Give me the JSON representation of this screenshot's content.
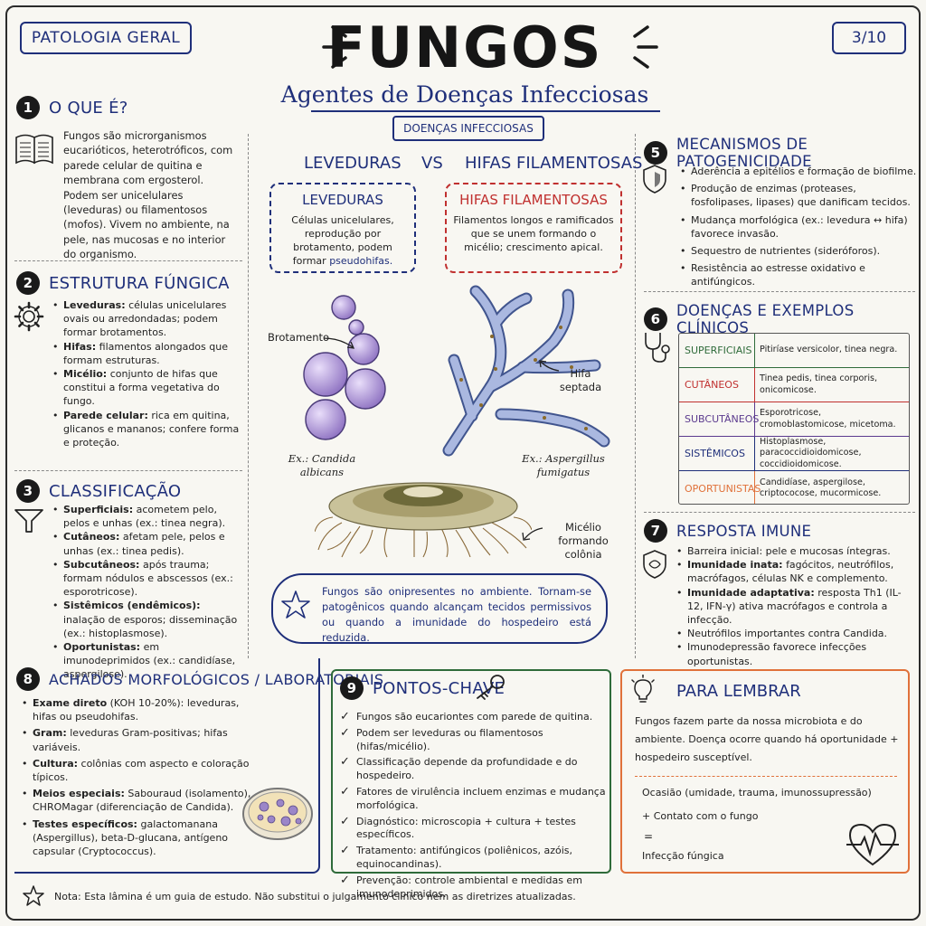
{
  "header": {
    "tag": "PATOLOGIA GERAL",
    "title": "FUNGOS",
    "subtitle": "Agentes de Doenças Infecciosas",
    "section": "DOENÇAS INFECCIOSAS",
    "page": "3/10"
  },
  "s1": {
    "num": "1",
    "title": "O QUE É?",
    "text": "Fungos são microrganismos eucarióticos, heterotróficos, com parede celular de quitina e membrana com ergosterol. Podem ser unicelulares (leveduras) ou filamentosos (mofos). Vivem no ambiente, na pele, nas mucosas e no interior do organismo."
  },
  "s2": {
    "num": "2",
    "title": "ESTRUTURA FÚNGICA",
    "items": [
      {
        "term": "Leveduras:",
        "desc": "células unicelulares ovais ou arredondadas; podem formar brotamentos."
      },
      {
        "term": "Hifas:",
        "desc": "filamentos alongados que formam estruturas."
      },
      {
        "term": "Micélio:",
        "desc": "conjunto de hifas que constitui a forma vegetativa do fungo."
      },
      {
        "term": "Parede celular:",
        "desc": "rica em quitina, glicanos e mananos; confere forma e proteção."
      }
    ]
  },
  "s3": {
    "num": "3",
    "title": "CLASSIFICAÇÃO",
    "items": [
      {
        "term": "Superficiais:",
        "desc": "acometem pelo, pelos e unhas (ex.: tinea negra)."
      },
      {
        "term": "Cutâneos:",
        "desc": "afetam pele, pelos e unhas (ex.: tinea pedis)."
      },
      {
        "term": "Subcutâneos:",
        "desc": "após trauma; formam nódulos e abscessos (ex.: esporotricose)."
      },
      {
        "term": "Sistêmicos (endêmicos):",
        "desc": "inalação de esporos; disseminação (ex.: histoplasmose)."
      },
      {
        "term": "Oportunistas:",
        "desc": "em imunodeprimidos (ex.: candidíase, aspergilose)."
      }
    ]
  },
  "center": {
    "vs_left": "LEVEDURAS",
    "vs": "VS",
    "vs_right": "HIFAS FILAMENTOSAS",
    "lev_title": "LEVEDURAS",
    "lev_desc": "Células unicelulares, reprodução por brotamento, podem formar",
    "lev_desc_hl": "pseudohifas.",
    "hif_title": "HIFAS FILAMENTOSAS",
    "hif_desc": "Filamentos longos e ramificados que se unem formando o micélio; crescimento apical.",
    "label_brot": "Brotamento",
    "label_hifa": "Hifa septada",
    "label_candida_ex": "Ex.:",
    "label_candida": "Candida albicans",
    "label_asp_ex": "Ex.:",
    "label_asp": "Aspergillus fumigatus",
    "label_micelio": "Micélio formando colônia",
    "callout": "Fungos são onipresentes no ambiente. Tornam-se patogênicos quando alcançam tecidos permissivos ou quando a imunidade do hospedeiro está reduzida."
  },
  "s5": {
    "num": "5",
    "title": "MECANISMOS DE PATOGENICIDADE",
    "items": [
      "Aderência a epitélios e formação de biofilme.",
      "Produção de enzimas (proteases, fosfolipases, lipases) que danificam tecidos.",
      "Mudança morfológica (ex.: levedura ↔ hifa) favorece invasão.",
      "Sequestro de nutrientes (sideróforos).",
      "Resistência ao estresse oxidativo e antifúngicos."
    ]
  },
  "s6": {
    "num": "6",
    "title": "DOENÇAS E EXEMPLOS CLÍNICOS",
    "rows": [
      {
        "cat": "SUPERFICIAIS",
        "desc": "Pitiríase versicolor, tinea negra.",
        "color": "#2f6b3a"
      },
      {
        "cat": "CUTÂNEOS",
        "desc": "Tinea pedis, tinea corporis, onicomicose.",
        "color": "#c0302f"
      },
      {
        "cat": "SUBCUTÂNEOS",
        "desc": "Esporotricose, cromoblastomicose, micetoma.",
        "color": "#5b3a8e"
      },
      {
        "cat": "SISTÊMICOS",
        "desc": "Histoplasmose, paracoccidioidomicose, coccidioidomicose.",
        "color": "#1f2f7a"
      },
      {
        "cat": "OPORTUNISTAS",
        "desc": "Candidíase, aspergilose, criptococose, mucormicose.",
        "color": "#e0713a"
      }
    ]
  },
  "s7": {
    "num": "7",
    "title": "RESPOSTA IMUNE",
    "items": [
      {
        "term": "",
        "desc": "Barreira inicial: pele e mucosas íntegras."
      },
      {
        "term": "Imunidade inata:",
        "desc": "fagócitos, neutrófilos, macrófagos, células NK e complemento."
      },
      {
        "term": "Imunidade adaptativa:",
        "desc": "resposta Th1 (IL-12, IFN-γ) ativa macrófagos e controla a infecção."
      },
      {
        "term": "",
        "desc": "Neutrófilos importantes contra Candida."
      },
      {
        "term": "",
        "desc": "Imunodepressão favorece infecções oportunistas."
      }
    ]
  },
  "s8": {
    "num": "8",
    "title": "ACHADOS MORFOLÓGICOS / LABORATORIAIS",
    "items": [
      {
        "term": "Exame direto",
        "desc": "(KOH 10-20%): leveduras, hifas ou pseudohifas."
      },
      {
        "term": "Gram:",
        "desc": "leveduras Gram-positivas; hifas variáveis."
      },
      {
        "term": "Cultura:",
        "desc": "colônias com aspecto e coloração típicos."
      },
      {
        "term": "Meios especiais:",
        "desc": "Sabouraud (isolamento), CHROMagar (diferenciação de Candida)."
      },
      {
        "term": "Testes específicos:",
        "desc": "galactomanana (Aspergillus), beta-D-glucana, antígeno capsular (Cryptococcus)."
      }
    ]
  },
  "s9": {
    "num": "9",
    "title": "PONTOS-CHAVE",
    "items": [
      "Fungos são eucariontes com parede de quitina.",
      "Podem ser leveduras ou filamentosos (hifas/micélio).",
      "Classificação depende da profundidade e do hospedeiro.",
      "Fatores de virulência incluem enzimas e mudança morfológica.",
      "Diagnóstico: microscopia + cultura + testes específicos.",
      "Tratamento: antifúngicos (poliênicos, azóis, equinocandinas).",
      "Prevenção: controle ambiental e medidas em imunodeprimidos."
    ]
  },
  "s10": {
    "title": "PARA LEMBRAR",
    "text": "Fungos fazem parte da nossa microbiota e do ambiente. Doença ocorre quando há oportunidade + hospedeiro susceptível.",
    "eq1": "Ocasião (umidade, trauma, imunossupressão)",
    "eq2": "+ Contato com o fungo",
    "eq3": "=",
    "eq4": "Infecção fúngica"
  },
  "footer": {
    "note": "Nota: Esta lâmina é um guia de estudo. Não substitui o julgamento clínico nem as diretrizes atualizadas."
  },
  "colors": {
    "navy": "#1f2f7a",
    "red": "#c0302f",
    "green": "#2f6b3a",
    "orange": "#e0713a",
    "purple": "#5b3a8e"
  }
}
